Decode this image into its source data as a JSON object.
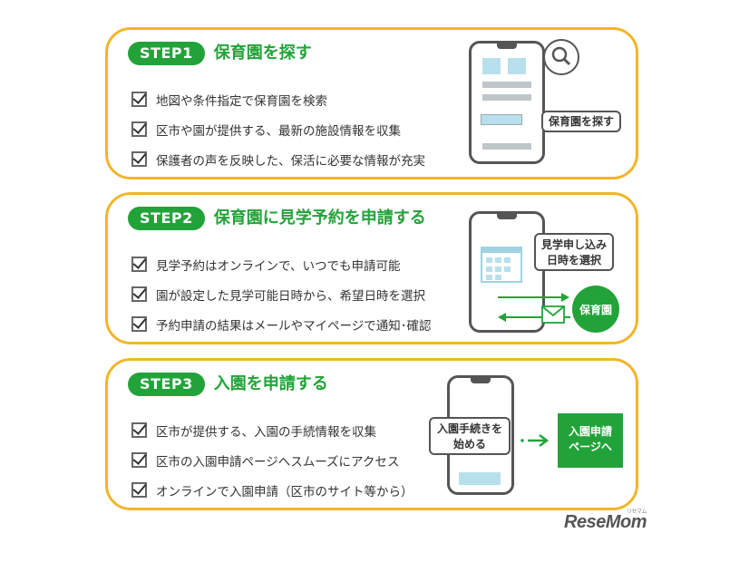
{
  "steps": [
    {
      "badge": "STEP1",
      "title": "保育園を探す",
      "items": [
        "地図や条件指定で保育園を検索",
        "区市や園が提供する、最新の施設情報を収集",
        "保護者の声を反映した、保活に必要な情報が充実"
      ],
      "callout": "保育園を探す"
    },
    {
      "badge": "STEP2",
      "title": "保育園に見学予約を申請する",
      "items": [
        "見学予約はオンラインで、いつでも申請可能",
        "園が設定した見学可能日時から、希望日時を選択",
        "予約申請の結果はメールやマイページで通知･確認"
      ],
      "callout_line1": "見学申し込み",
      "callout_line2": "日時を選択",
      "circle_label": "保育園"
    },
    {
      "badge": "STEP3",
      "title": "入園を申請する",
      "items": [
        "区市が提供する、入園の手続情報を収集",
        "区市の入園申請ページへスムーズにアクセス",
        "オンラインで入園申請（区市のサイト等から）"
      ],
      "callout_line1": "入園手続きを",
      "callout_line2": "始める",
      "dest_line1": "入園申請",
      "dest_line2": "ページへ"
    }
  ],
  "brand": {
    "name": "ReseMom",
    "ruby": "リセマム"
  },
  "colors": {
    "accent_green": "#22a33a",
    "frame_yellow": "#f2b52a",
    "screen_blue": "#b8e0ec"
  }
}
